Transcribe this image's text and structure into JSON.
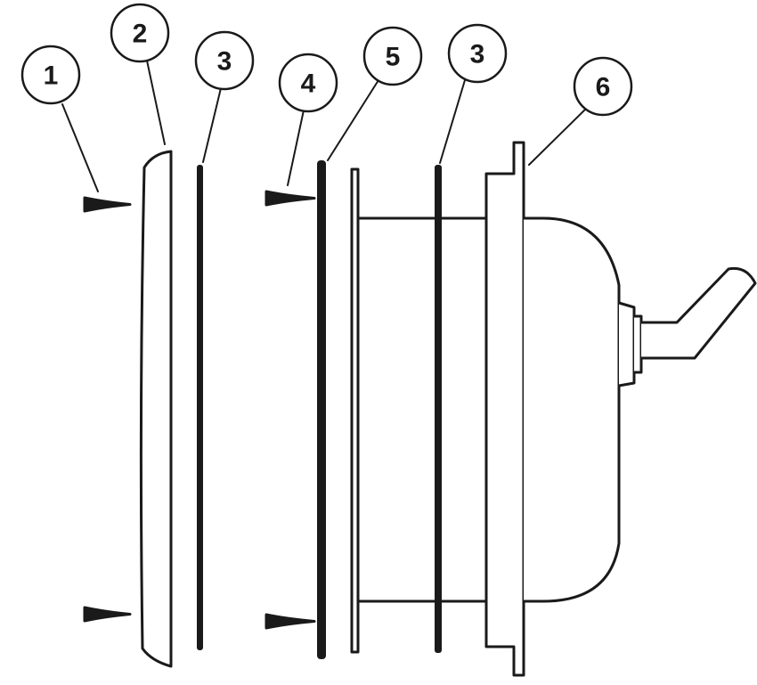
{
  "colors": {
    "ink": "#1a1a1a",
    "paper": "#ffffff"
  },
  "callouts": [
    {
      "id": "c1",
      "label": "1",
      "part": "screw"
    },
    {
      "id": "c2",
      "label": "2",
      "part": "trim-ring"
    },
    {
      "id": "c3a",
      "label": "3",
      "part": "gasket"
    },
    {
      "id": "c4",
      "label": "4",
      "part": "screw"
    },
    {
      "id": "c5",
      "label": "5",
      "part": "gasket"
    },
    {
      "id": "c3b",
      "label": "3",
      "part": "gasket"
    },
    {
      "id": "c6",
      "label": "6",
      "part": "housing"
    }
  ]
}
